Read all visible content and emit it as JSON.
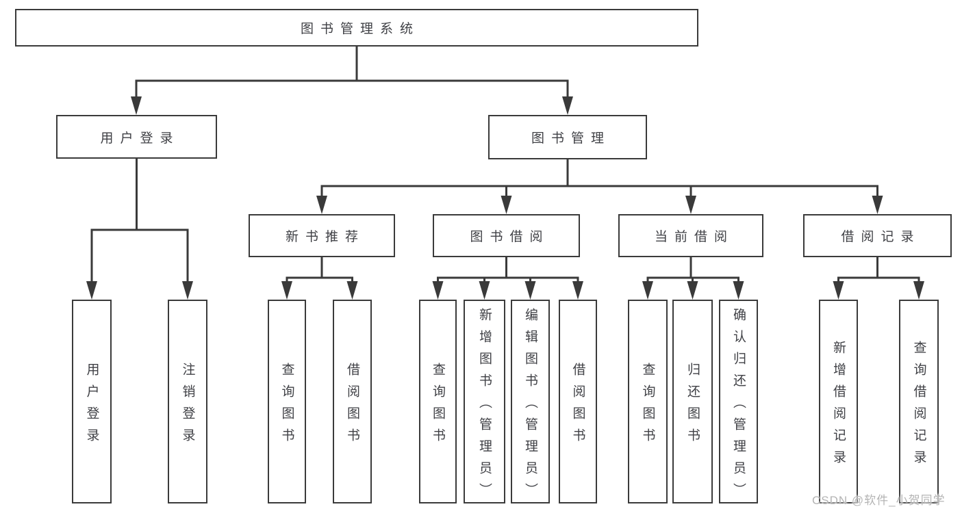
{
  "diagram": {
    "type": "hierarchy",
    "colors": {
      "background": "#ffffff",
      "line": "#3a3a3a",
      "box_border": "#3a3a3a",
      "box_fill": "#ffffff",
      "text": "#3f4045",
      "watermark": "#b4b4b4"
    },
    "tree": {
      "root": "图书管理系统",
      "branches": [
        {
          "label": "用户登录",
          "leaves": [
            "用户登录",
            "注销登录"
          ]
        },
        {
          "label": "图书管理",
          "sections": [
            {
              "label": "新书推荐",
              "leaves": [
                "查询图书",
                "借阅图书"
              ]
            },
            {
              "label": "图书借阅",
              "leaves": [
                "查询图书",
                "新增图书（管理员）",
                "编辑图书（管理员）",
                "借阅图书"
              ]
            },
            {
              "label": "当前借阅",
              "leaves": [
                "查询图书",
                "归还图书",
                "确认归还（管理员）"
              ]
            },
            {
              "label": "借阅记录",
              "leaves": [
                "新增借阅记录",
                "查询借阅记录"
              ]
            }
          ]
        }
      ]
    },
    "watermark": {
      "text": "CSDN @软件_小贺同学"
    }
  }
}
